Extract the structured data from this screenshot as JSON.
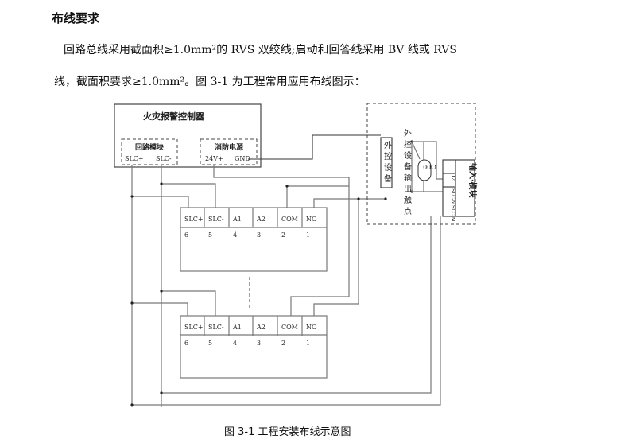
{
  "heading": "布线要求",
  "paragraph": [
    "回路总线采用截面积≥1.0mm²的 RVS 双绞线;启动和回答线采用 BV 线或 RVS",
    "线，截面积要求≥1.0mm²。图 3-1 为工程常用应用布线图示："
  ],
  "diagram": {
    "controller": {
      "title": "火灾报警控制器",
      "loop_module": "回路模块",
      "loop_terms": [
        "SLC+",
        "SLC-"
      ],
      "power": "消防电源",
      "power_terms": [
        "24V+",
        "GND"
      ]
    },
    "terminal_labels": [
      "SLC+",
      "SLC-",
      "A1",
      "A2",
      "COM",
      "NO"
    ],
    "terminal_numbers": [
      "6",
      "5",
      "4",
      "3",
      "2",
      "1"
    ],
    "external_device": "外控设备",
    "output_contact": "外控设备输出触点",
    "resistor": "100Ω",
    "input_module": {
      "name": "输入·模块",
      "term_top": "I2",
      "term_bottom": "SLC-MSLC-M1"
    }
  },
  "caption": "图 3-1 工程安装布线示意图"
}
